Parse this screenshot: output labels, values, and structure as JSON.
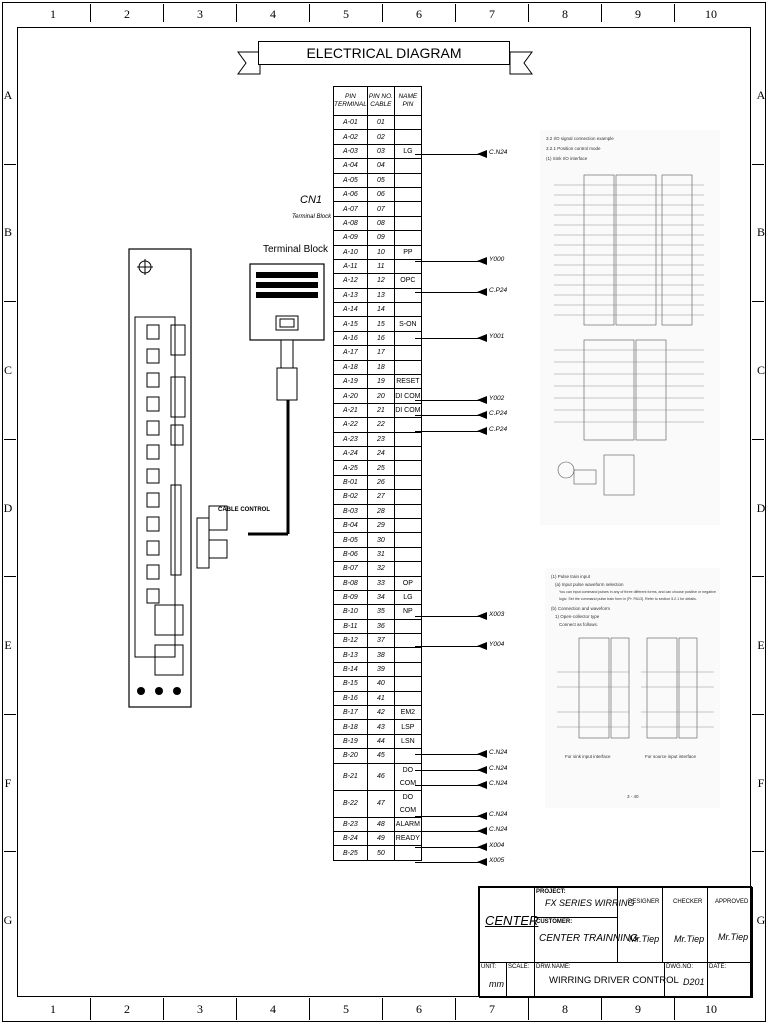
{
  "sheet": {
    "title": "ELECTRICAL DIAGRAM",
    "columns": [
      "1",
      "2",
      "3",
      "4",
      "5",
      "6",
      "7",
      "8",
      "9",
      "10"
    ],
    "rows": [
      "A",
      "B",
      "C",
      "D",
      "E",
      "F",
      "G"
    ]
  },
  "labels": {
    "cn1": "CN1",
    "cn1_sub": "Terminal Block",
    "terminal_block": "Terminal Block",
    "cable_control": "CABLE CONTROL"
  },
  "pin_table": {
    "headers": [
      "PIN TERMINAL",
      "PIN NO. CABLE",
      "NAME PIN"
    ],
    "rows": [
      [
        "A-01",
        "01",
        ""
      ],
      [
        "A-02",
        "02",
        ""
      ],
      [
        "A-03",
        "03",
        "LG"
      ],
      [
        "A-04",
        "04",
        ""
      ],
      [
        "A-05",
        "05",
        ""
      ],
      [
        "A-06",
        "06",
        ""
      ],
      [
        "A-07",
        "07",
        ""
      ],
      [
        "A-08",
        "08",
        ""
      ],
      [
        "A-09",
        "09",
        ""
      ],
      [
        "A-10",
        "10",
        "PP"
      ],
      [
        "A-11",
        "11",
        ""
      ],
      [
        "A-12",
        "12",
        "OPC"
      ],
      [
        "A-13",
        "13",
        ""
      ],
      [
        "A-14",
        "14",
        ""
      ],
      [
        "A-15",
        "15",
        "S-ON"
      ],
      [
        "A-16",
        "16",
        ""
      ],
      [
        "A-17",
        "17",
        ""
      ],
      [
        "A-18",
        "18",
        ""
      ],
      [
        "A-19",
        "19",
        "RESET"
      ],
      [
        "A-20",
        "20",
        "DI COM"
      ],
      [
        "A-21",
        "21",
        "DI COM"
      ],
      [
        "A-22",
        "22",
        ""
      ],
      [
        "A-23",
        "23",
        ""
      ],
      [
        "A-24",
        "24",
        ""
      ],
      [
        "A-25",
        "25",
        ""
      ],
      [
        "B-01",
        "26",
        ""
      ],
      [
        "B-02",
        "27",
        ""
      ],
      [
        "B-03",
        "28",
        ""
      ],
      [
        "B-04",
        "29",
        ""
      ],
      [
        "B-05",
        "30",
        ""
      ],
      [
        "B-06",
        "31",
        ""
      ],
      [
        "B-07",
        "32",
        ""
      ],
      [
        "B-08",
        "33",
        "OP"
      ],
      [
        "B-09",
        "34",
        "LG"
      ],
      [
        "B-10",
        "35",
        "NP"
      ],
      [
        "B-11",
        "36",
        ""
      ],
      [
        "B-12",
        "37",
        ""
      ],
      [
        "B-13",
        "38",
        ""
      ],
      [
        "B-14",
        "39",
        ""
      ],
      [
        "B-15",
        "40",
        ""
      ],
      [
        "B-16",
        "41",
        ""
      ],
      [
        "B-17",
        "42",
        "EM2"
      ],
      [
        "B-18",
        "43",
        "LSP"
      ],
      [
        "B-19",
        "44",
        "LSN"
      ],
      [
        "B-20",
        "45",
        ""
      ],
      [
        "B-21",
        "46",
        "DO COM"
      ],
      [
        "B-22",
        "47",
        "DO COM"
      ],
      [
        "B-23",
        "48",
        "ALARM"
      ],
      [
        "B-24",
        "49",
        "READY"
      ],
      [
        "B-25",
        "50",
        ""
      ]
    ]
  },
  "signals": [
    {
      "row": 2,
      "label": "C.N24"
    },
    {
      "row": 9,
      "label": "Y000"
    },
    {
      "row": 11,
      "label": "C.P24"
    },
    {
      "row": 14,
      "label": "Y001"
    },
    {
      "row": 18,
      "label": "Y002"
    },
    {
      "row": 19,
      "label": "C.P24"
    },
    {
      "row": 20,
      "label": "C.P24"
    },
    {
      "row": 32,
      "label": "X003"
    },
    {
      "row": 34,
      "label": "Y004"
    },
    {
      "row": 41,
      "label": "C.N24"
    },
    {
      "row": 42,
      "label": "C.N24"
    },
    {
      "row": 43,
      "label": "C.N24"
    },
    {
      "row": 45,
      "label": "C.N24"
    },
    {
      "row": 46,
      "label": "C.N24"
    },
    {
      "row": 47,
      "label": "X004"
    },
    {
      "row": 48,
      "label": "X005"
    }
  ],
  "reference_top": {
    "line1": "3.2 I/O signal connection example",
    "line2": "3.2.1 Position control mode",
    "line3": "(1) Sink I/O interface"
  },
  "reference_bottom": {
    "line1": "(1) Pulse train input",
    "line2": "(a) Input pulse waveform selection",
    "line3": "You can input command pulses in any of three different forms, and can choose positive or negative",
    "line4": "logic. Set the command pulse train form in [Pr. PA13]. Refer to section 5.2.1 for details.",
    "line5": "(b) Connection and waveform",
    "line6": "1) Open-collector type",
    "line7": "Connect as follows.",
    "caption_left": "For sink input interface",
    "caption_right": "For source input interface",
    "page": "3 - 40"
  },
  "title_block": {
    "company": "CENTER",
    "project_label": "PROJECT:",
    "project": "FX SERIES WIRRING",
    "customer_label": "CUSTOMER:",
    "customer": "CENTER TRAINNING",
    "designer_label": "DESIGNER",
    "checker_label": "CHECKER",
    "approved_label": "APPROVED",
    "designer": "Mr.Tiep",
    "checker": "Mr.Tiep",
    "approved": "Mr.Tiep",
    "unit_label": "UNIT:",
    "unit": "mm",
    "scale_label": "SCALE:",
    "drw_name_label": "DRW.NAME:",
    "drw_name": "WIRRING DRIVER CONTROL",
    "dwg_no_label": "DWG.NO:",
    "dwg_no": "D201",
    "date_label": "DATE:"
  }
}
